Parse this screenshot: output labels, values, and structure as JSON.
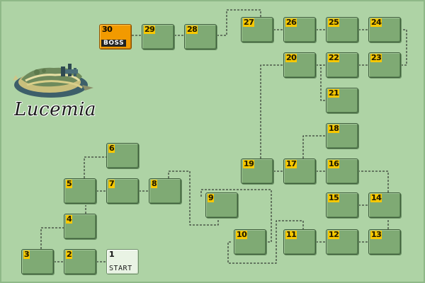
{
  "world": {
    "name": "Lucemia"
  },
  "colors": {
    "background": "#aed3a5",
    "node": "#7faa74",
    "node_border": "#3f5e3c",
    "number_tag": "#f8c800",
    "start_node": "#e9f3e4",
    "boss_node": "#f29a00",
    "path_line": "#1a1a1a"
  },
  "stages": [
    {
      "id": "1",
      "num": "1",
      "label": "START",
      "type": "start"
    },
    {
      "id": "2",
      "num": "2",
      "label": "",
      "type": "normal"
    },
    {
      "id": "3",
      "num": "3",
      "label": "",
      "type": "normal"
    },
    {
      "id": "4",
      "num": "4",
      "label": "",
      "type": "normal"
    },
    {
      "id": "5",
      "num": "5",
      "label": "",
      "type": "normal"
    },
    {
      "id": "6",
      "num": "6",
      "label": "",
      "type": "normal"
    },
    {
      "id": "7",
      "num": "7",
      "label": "",
      "type": "normal"
    },
    {
      "id": "8",
      "num": "8",
      "label": "",
      "type": "normal"
    },
    {
      "id": "9",
      "num": "9",
      "label": "",
      "type": "normal"
    },
    {
      "id": "10",
      "num": "10",
      "label": "",
      "type": "normal"
    },
    {
      "id": "11",
      "num": "11",
      "label": "",
      "type": "normal"
    },
    {
      "id": "12",
      "num": "12",
      "label": "",
      "type": "normal"
    },
    {
      "id": "13",
      "num": "13",
      "label": "",
      "type": "normal"
    },
    {
      "id": "14",
      "num": "14",
      "label": "",
      "type": "normal"
    },
    {
      "id": "15",
      "num": "15",
      "label": "",
      "type": "normal"
    },
    {
      "id": "16",
      "num": "16",
      "label": "",
      "type": "normal"
    },
    {
      "id": "17",
      "num": "17",
      "label": "",
      "type": "normal"
    },
    {
      "id": "18",
      "num": "18",
      "label": "",
      "type": "normal"
    },
    {
      "id": "19",
      "num": "19",
      "label": "",
      "type": "normal"
    },
    {
      "id": "20",
      "num": "20",
      "label": "",
      "type": "normal"
    },
    {
      "id": "21",
      "num": "21",
      "label": "",
      "type": "normal"
    },
    {
      "id": "22",
      "num": "22",
      "label": "",
      "type": "normal"
    },
    {
      "id": "23",
      "num": "23",
      "label": "",
      "type": "normal"
    },
    {
      "id": "24",
      "num": "24",
      "label": "",
      "type": "normal"
    },
    {
      "id": "25",
      "num": "25",
      "label": "",
      "type": "normal"
    },
    {
      "id": "26",
      "num": "26",
      "label": "",
      "type": "normal"
    },
    {
      "id": "27",
      "num": "27",
      "label": "",
      "type": "normal"
    },
    {
      "id": "28",
      "num": "28",
      "label": "",
      "type": "normal"
    },
    {
      "id": "29",
      "num": "29",
      "label": "",
      "type": "normal"
    },
    {
      "id": "30",
      "num": "30",
      "label": "BOSS",
      "type": "boss"
    }
  ]
}
